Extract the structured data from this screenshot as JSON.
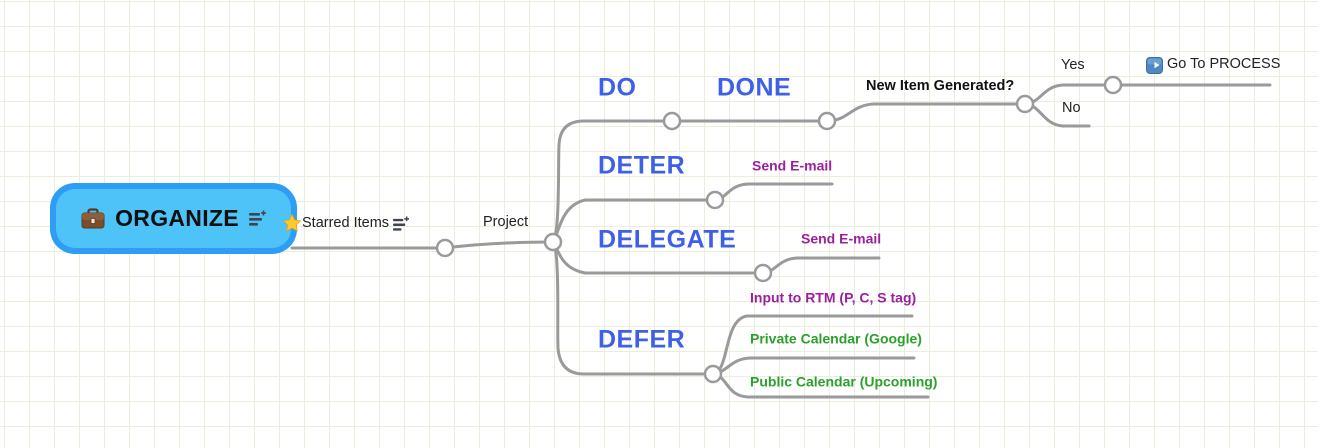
{
  "colors": {
    "root_fill": "#4EC3F8",
    "root_ring": "#2E9DF5",
    "branch_blue": "#3E5FE8",
    "action_purple": "#9C1F9E",
    "calendar_green": "#2CA02C",
    "connector_gray": "#9A9A9A",
    "grid_line": "#E9EFDC"
  },
  "icons": {
    "root": "briefcase-icon",
    "starred": "star-icon",
    "notes": "notes-icon",
    "go_to": "blue-arrow-icon"
  },
  "nodes": {
    "root": "ORGANIZE",
    "starred_items": "Starred Items",
    "project": "Project",
    "do": "DO",
    "done": "DONE",
    "new_item_generated": "New Item Generated?",
    "yes": "Yes",
    "no": "No",
    "go_to_process": "Go To PROCESS",
    "deter": "DETER",
    "send_email_deter": "Send E-mail",
    "delegate": "DELEGATE",
    "send_email_delegate": "Send E-mail",
    "defer": "DEFER",
    "input_rtm": "Input to RTM (P, C, S tag)",
    "private_calendar": "Private Calendar (Google)",
    "public_calendar": "Public Calendar (Upcoming)"
  }
}
